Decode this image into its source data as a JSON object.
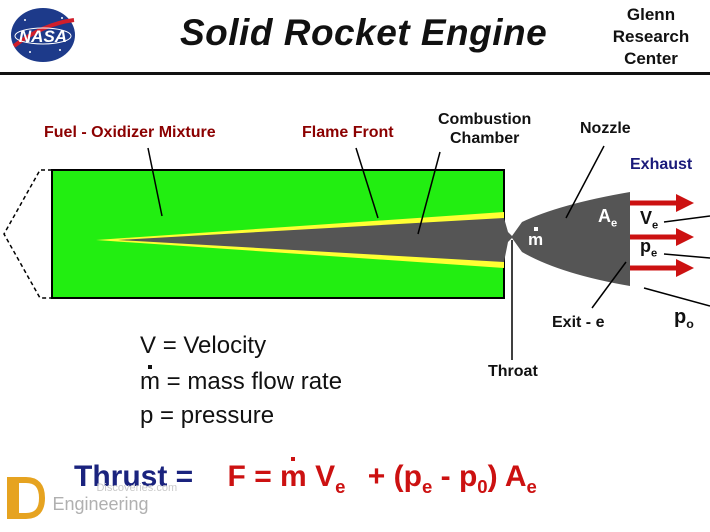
{
  "header": {
    "title": "Solid Rocket Engine",
    "center_line1": "Glenn",
    "center_line2": "Research",
    "center_line3": "Center",
    "logo_text": "NASA"
  },
  "labels": {
    "fuel": "Fuel - Oxidizer Mixture",
    "flame_front": "Flame Front",
    "combustion_line1": "Combustion",
    "combustion_line2": "Chamber",
    "nozzle": "Nozzle",
    "exhaust": "Exhaust",
    "throat": "Throat",
    "exit": "Exit - e",
    "mdot": "m",
    "A": "A",
    "A_sub": "e",
    "V": "V",
    "V_sub": "e",
    "p": "p",
    "p_sub": "e",
    "p0": "p",
    "p0_sub": "o"
  },
  "legend": {
    "v_sym": "V",
    "v_def": "= Velocity",
    "m_sym": "m",
    "m_def": "= mass flow rate",
    "p_sym": "p",
    "p_def": "= pressure"
  },
  "equation": {
    "lhs": "Thrust =",
    "F": "F = ",
    "m": "m",
    "V": " V",
    "V_sub": "e",
    "plus": " + (p",
    "pe_sub": "e",
    "minus": " - p",
    "p0_sub": "0",
    "close": ") A",
    "A_sub": "e"
  },
  "watermark": {
    "site": "Discoveries.com",
    "brand": "Engineering"
  },
  "colors": {
    "grain": "#22ee11",
    "flame": "#ffff33",
    "chamber": "#555555",
    "exhaust_arrow": "#cc1111",
    "equation_blue": "#1a237e",
    "equation_red": "#cc1111",
    "label_red": "#8b0000"
  }
}
